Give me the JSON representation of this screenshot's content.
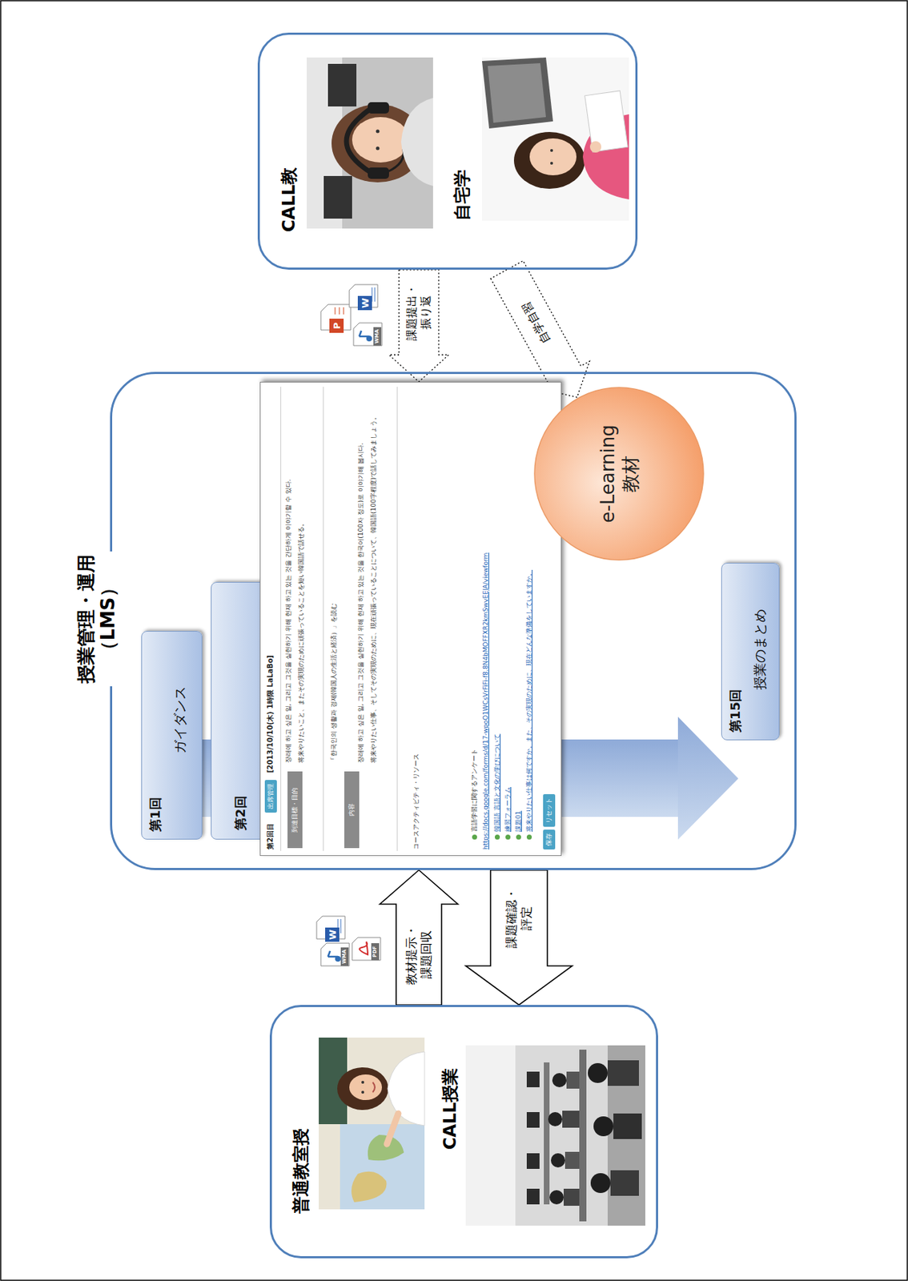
{
  "diagram": {
    "nodes": [
      {
        "text": [
          "普通教室授",
          "CALL授業"
        ]
      },
      {
        "text": [
          "授業管理・運用（LMS）"
        ]
      },
      {
        "text": [
          "第1回",
          "ガイダンス"
        ],
        "in": 1
      },
      {
        "text": [
          "第2回"
        ],
        "in": 1
      },
      {
        "text": [
          "第2回目",
          "出席管理",
          "[2013/10/10(木) 1時限 LaLaBo]",
          "到達目標・目的",
          "장래에 하고 싶은 일, 그리고 그것을 실현하기 위해 현재 하고 있는 것을 간단하게 이야기할 수 있다.",
          "将来やりたいこと、またその実現のために頑張っていることを短い韓国語で話せる。",
          "内容",
          "「한국인의 생활과 경제(韓国人の生活と経済）」を読む",
          "장래에 하고 싶은 일, 그리고 그것을 실현하기 위해 현재 하고 있는 것을 한국어(100자 정도)로 이야기해 봅시다.",
          "将来やりたい仕事、そしてその実現のために、現在頑張っていることについて、韓国語(100字程度)で話してみましょう。",
          "コースアクティビティ・リソース",
          "言語学習に関するアンケート",
          "https://docs.google.com/forms/d/17-wpoO1WCsVrFiFi-f8.8N4bMOFFXR2kmSwvEEJA/viewform",
          "韓国語 言語と文化の学びについて",
          "練習フォーラム",
          "課題01",
          "将来やりたい仕事は何ですか。また、その実現のために、現在どんな準備をしていますか。",
          "保存",
          "リセット"
        ],
        "in": 1
      },
      {
        "text": [
          "e-Learning 教材"
        ],
        "in": 1
      },
      {
        "text": [
          "第15回",
          "授業のまとめ"
        ],
        "in": 1
      },
      {
        "text": [
          "CALL教",
          "自宅学"
        ]
      }
    ],
    "edges": [
      {
        "from": 0,
        "to": 1,
        "label": "教材提示・課題回収",
        "arrow": "to"
      },
      {
        "from": 1,
        "to": 0,
        "label": "課題確認・評定",
        "arrow": "to"
      },
      {
        "from": 7,
        "to": 4,
        "label": "課題提出・振り返",
        "arrow": "to"
      },
      {
        "from": 7,
        "to": 5,
        "label": "自学自習",
        "arrow": "to"
      }
    ],
    "labels": [
      "PDF",
      "WMA",
      "W",
      "WMA",
      "P",
      "W"
    ]
  }
}
